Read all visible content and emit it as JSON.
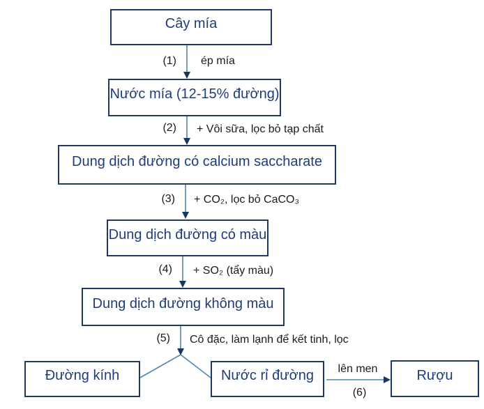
{
  "diagram": {
    "nodes": [
      {
        "label": "Cây mía"
      },
      {
        "label": "Nước mía (12-15% đường)"
      },
      {
        "label": "Dung dịch đường có calcium saccharate"
      },
      {
        "label": "Dung dịch đường có màu"
      },
      {
        "label": "Dung dịch đường không màu"
      },
      {
        "label": "Đường kính"
      },
      {
        "label": "Nước rỉ đường"
      },
      {
        "label": "Rượu"
      }
    ],
    "steps": [
      {
        "number": "(1)",
        "label": "ép mía"
      },
      {
        "number": "(2)",
        "label": "+ Vôi sữa, lọc bỏ tạp chất"
      },
      {
        "number": "(3)",
        "label": "+ CO₂, lọc bỏ CaCO₃"
      },
      {
        "number": "(4)",
        "label": "+ SO₂ (tẩy màu)"
      },
      {
        "number": "(5)",
        "label": "Cô đặc, làm lạnh để kết tinh, lọc"
      },
      {
        "number": "(6)",
        "label": "lên men"
      }
    ],
    "colors": {
      "box_border": "#1f3864",
      "box_text": "#1f3c7a",
      "arrow_line": "#4e86ad",
      "arrow_head": "#17375e",
      "label_text": "#1a1a1a",
      "background": "#ffffff"
    }
  }
}
